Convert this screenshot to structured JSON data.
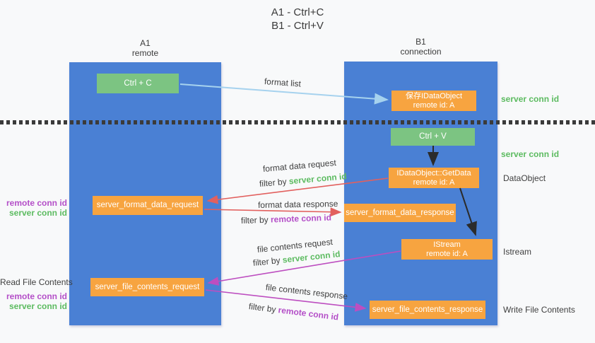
{
  "title": {
    "line1": "A1 - Ctrl+C",
    "line2": "B1 - Ctrl+V"
  },
  "colors": {
    "column_blue": "#4a80d4",
    "box_green": "#7cc482",
    "box_orange": "#f7a440",
    "arrow_lightblue": "#a6d2ee",
    "arrow_black": "#2b2b2b",
    "arrow_red": "#e2605e",
    "arrow_magenta": "#bd4ec0",
    "label_green": "#5cbb60",
    "label_purple": "#b44fc8",
    "background": "#f8f9fa"
  },
  "columns": {
    "left": {
      "header_line1": "A1",
      "header_line2": "remote"
    },
    "right": {
      "header_line1": "B1",
      "header_line2": "connection"
    }
  },
  "boxes": {
    "ctrl_c": {
      "label": "Ctrl + C"
    },
    "save_idataobject": {
      "line1": "保存IDataObject",
      "line2": "remote id: A"
    },
    "ctrl_v": {
      "label": "Ctrl + V"
    },
    "getdata": {
      "line1": "IDataObject::GetData",
      "line2": "remote id: A"
    },
    "format_request": {
      "label": "server_format_data_request"
    },
    "format_response": {
      "label": "server_format_data_response"
    },
    "istream": {
      "line1": "IStream",
      "line2": "remote id: A"
    },
    "file_request": {
      "label": "server_file_contents_request"
    },
    "file_response": {
      "label": "server_file_contents_response"
    }
  },
  "arrow_labels": {
    "format_list": "format list",
    "format_data_request": {
      "line1": "format data request",
      "prefix": "filter by ",
      "filter": "server conn id"
    },
    "format_data_response": {
      "line1": "format data response",
      "prefix": "filter by ",
      "filter": "remote conn id"
    },
    "file_contents_request": {
      "line1": "file contents request",
      "prefix": "filter by ",
      "filter": "server conn id"
    },
    "file_contents_response": {
      "line1": "file contents response",
      "prefix": "filter by ",
      "filter": "remote conn id"
    }
  },
  "side_labels": {
    "right_server_conn_top": "server conn id",
    "right_server_conn_mid": "server conn id",
    "dataobject": "DataObject",
    "istream": "Istream",
    "write_file_contents": "Write File Contents",
    "left_remote_conn_mid": "remote conn id",
    "left_server_conn_mid": "server conn id",
    "read_file_contents": "Read File Contents",
    "left_remote_conn_bottom": "remote conn id",
    "left_server_conn_bottom": "server conn id"
  }
}
